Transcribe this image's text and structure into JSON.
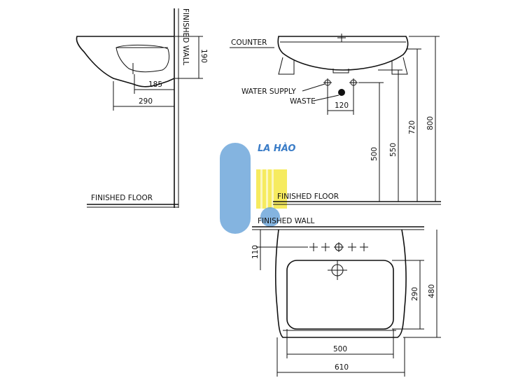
{
  "side_view": {
    "wall_label": "FINISHED WALL",
    "floor_label": "FINISHED FLOOR",
    "dim_height": "190",
    "dim_185": "185",
    "dim_290": "290"
  },
  "front_view": {
    "counter_label": "COUNTER",
    "water_supply_label": "WATER SUPPLY",
    "waste_label": "WASTE",
    "floor_label": "FINISHED FLOOR",
    "dim_120": "120",
    "dim_500": "500",
    "dim_550": "550",
    "dim_720": "720",
    "dim_800": "800"
  },
  "plan_view": {
    "wall_label": "FINISHED WALL",
    "dim_110": "110",
    "dim_290": "290",
    "dim_480": "480",
    "dim_500": "500",
    "dim_610": "610"
  },
  "watermark": {
    "text": "LA HÀO",
    "colors": {
      "blue": "#5b9bd5",
      "yellow": "#f2e21b",
      "text": "#3a7cc7"
    }
  }
}
